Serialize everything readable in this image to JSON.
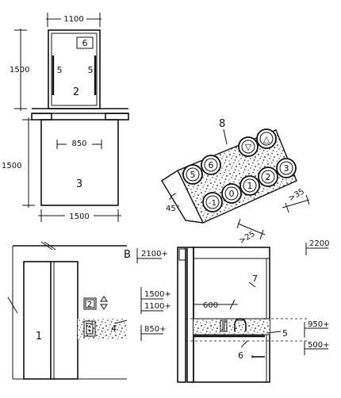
{
  "plan": {
    "car_width": "1100",
    "car_depth": "1500",
    "landing_depth": "1500",
    "landing_width": "1500",
    "door_width": "850",
    "label_car": "2",
    "label_landing": "3",
    "label_handrail_left": "5",
    "label_handrail_right": "5",
    "label_panel": "6"
  },
  "panel": {
    "label": "8",
    "angle": "45°",
    "dim_button": ">25",
    "dim_spacing": ">35",
    "buttons": [
      "5",
      "6",
      "▽",
      "△",
      "-1",
      "0",
      "1",
      "2",
      "3"
    ]
  },
  "elevation": {
    "label_door": "1",
    "label_b": "B",
    "label_zone": "4",
    "indicator": "2",
    "dim_2100": "2100+",
    "dim_1500": "1500+",
    "dim_1100": "1100+",
    "dim_850": "850+"
  },
  "section": {
    "dim_2200": "2200",
    "dim_600": "600",
    "dim_950": "950+",
    "dim_500": "500+",
    "label_handrail": "5",
    "label_seat": "6",
    "label_mirror": "7"
  }
}
